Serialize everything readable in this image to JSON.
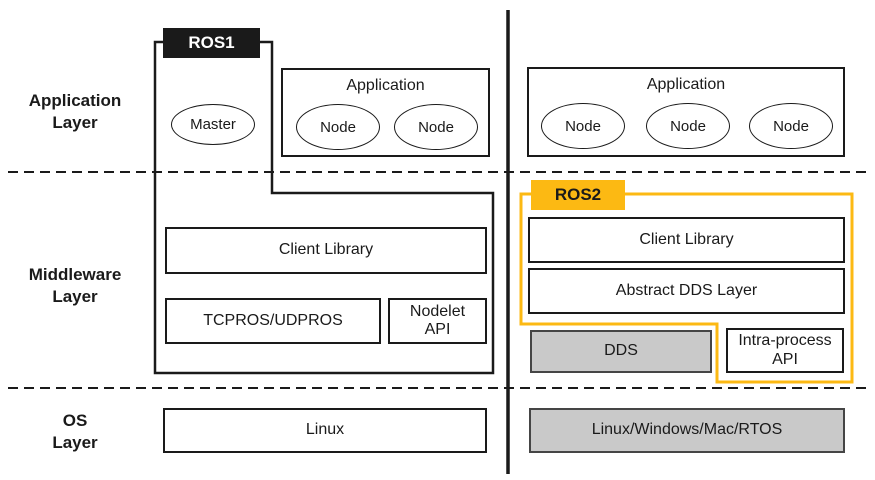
{
  "colors": {
    "accent_yellow": "#FCB913",
    "gray_fill": "#C9C9C9",
    "ink": "#1A1A1A"
  },
  "layers": {
    "application": "Application\nLayer",
    "middleware": "Middleware\nLayer",
    "os": "OS\nLayer"
  },
  "ros1": {
    "tag": "ROS1",
    "master": "Master",
    "application": {
      "title": "Application",
      "nodes": [
        "Node",
        "Node"
      ]
    },
    "client_library": "Client Library",
    "transport": "TCPROS/UDPROS",
    "nodelet_api": "Nodelet\nAPI",
    "os": "Linux"
  },
  "ros2": {
    "tag": "ROS2",
    "application": {
      "title": "Application",
      "nodes": [
        "Node",
        "Node",
        "Node"
      ]
    },
    "client_library": "Client Library",
    "abstract_dds": "Abstract DDS Layer",
    "dds": "DDS",
    "intra_process_api": "Intra-process\nAPI",
    "os": "Linux/Windows/Mac/RTOS"
  }
}
